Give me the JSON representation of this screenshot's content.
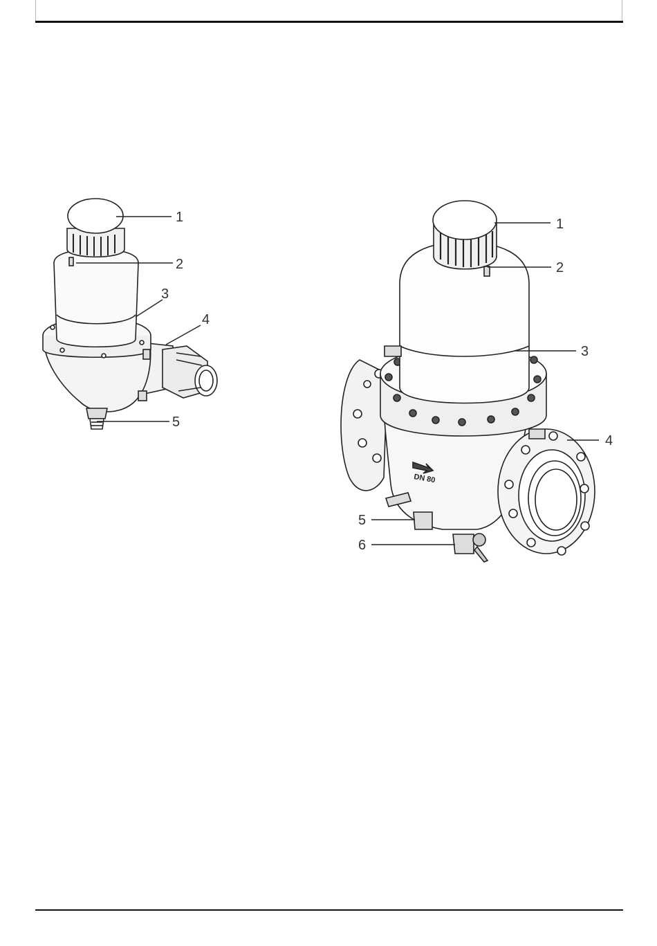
{
  "figure_small": {
    "callouts": [
      {
        "label": "1"
      },
      {
        "label": "2"
      },
      {
        "label": "3"
      },
      {
        "label": "4"
      },
      {
        "label": "5"
      }
    ]
  },
  "figure_large": {
    "flow_marking": "DN 80",
    "callouts": [
      {
        "label": "1"
      },
      {
        "label": "2"
      },
      {
        "label": "3"
      },
      {
        "label": "4"
      },
      {
        "label": "5"
      },
      {
        "label": "6"
      }
    ]
  }
}
